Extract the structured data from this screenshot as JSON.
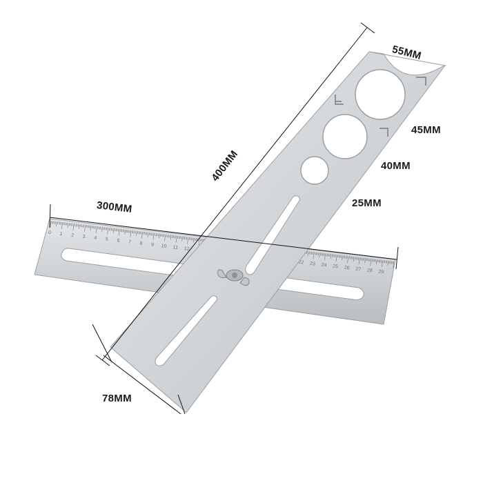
{
  "product": {
    "name": "tile hole locator ruler",
    "metal_color": "#c9ccd0",
    "metal_edge_color": "#9aa0a6",
    "tick_color": "#6d7278",
    "line_color": "#111111"
  },
  "dimensions": {
    "length": "400MM",
    "crossbar_length": "300MM",
    "width": "78MM",
    "hole_55": "55MM",
    "hole_45": "45MM",
    "hole_40": "40MM",
    "slot_25": "25MM"
  },
  "ruler": {
    "scale_left": [
      "0",
      "1",
      "2",
      "3",
      "4",
      "5",
      "6",
      "7",
      "8",
      "9",
      "10",
      "11",
      "12"
    ],
    "scale_right": [
      "22",
      "23",
      "24",
      "25",
      "26",
      "27",
      "28",
      "29"
    ]
  }
}
